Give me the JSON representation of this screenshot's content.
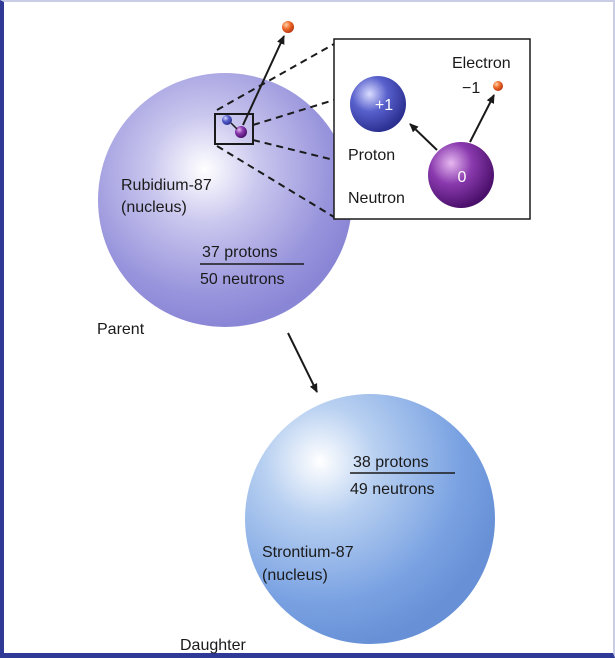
{
  "parent": {
    "name": "Rubidium-87",
    "sub": "(nucleus)",
    "protons": "37 protons",
    "neutrons": "50 neutrons",
    "caption": "Parent"
  },
  "daughter": {
    "name": "Strontium-87",
    "sub": "(nucleus)",
    "protons": "38 protons",
    "neutrons": "49 neutrons",
    "caption": "Daughter"
  },
  "inset": {
    "proton_charge": "+1",
    "proton_label": "Proton",
    "neutron_charge": "0",
    "neutron_label": "Neutron",
    "electron_label": "Electron",
    "electron_charge": "−1"
  },
  "colors": {
    "parent_sphere": "#8f8fd8",
    "daughter_sphere": "#6f9be0",
    "proton": "#3a44b8",
    "neutron": "#6b1f8f",
    "electron": "#e0531e",
    "frame": "#2f3a96"
  }
}
